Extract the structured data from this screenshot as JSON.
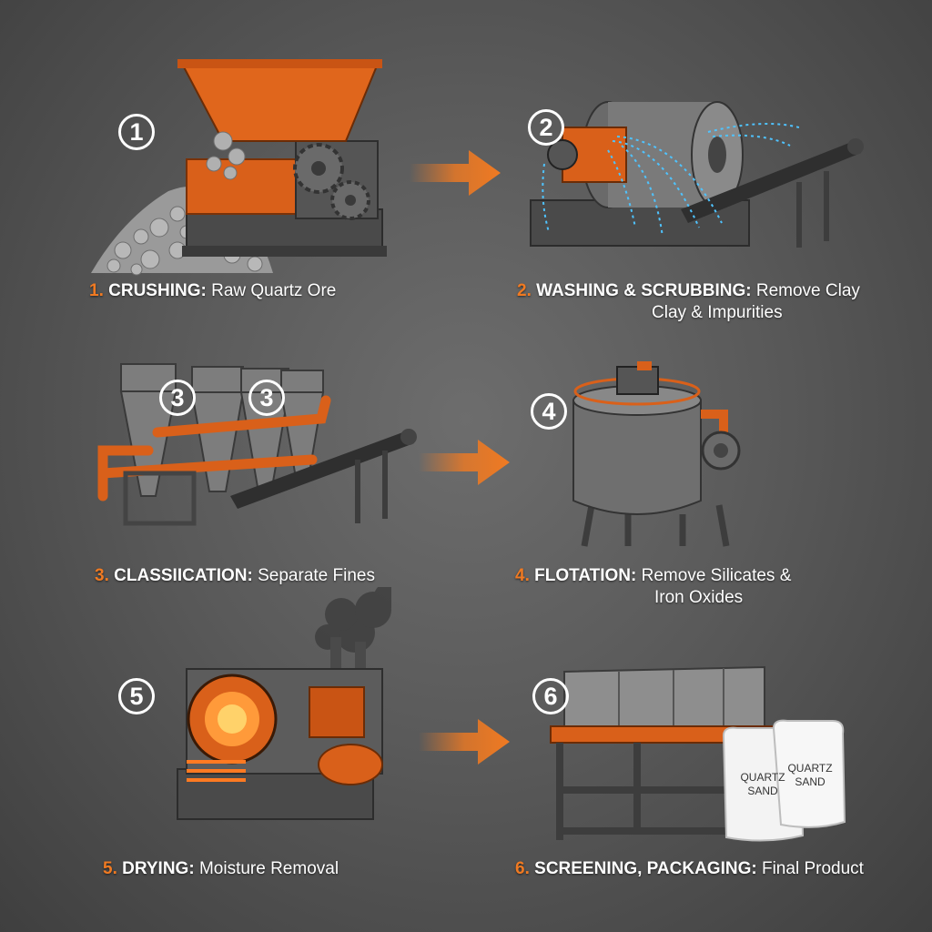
{
  "colors": {
    "accent": "#f07a22",
    "machine_orange": "#d9601a",
    "machine_steel": "#5c5c5c",
    "water": "#4fc3ff",
    "text": "#ffffff"
  },
  "steps": [
    {
      "badge": "1",
      "num": "1.",
      "name": "CRUSHING:",
      "desc": "Raw Quartz Ore",
      "desc2": ""
    },
    {
      "badge": "2",
      "num": "2.",
      "name": "WASHING & SCRUBBING:",
      "desc": "Remove Clay",
      "desc2": "Clay & Impurities"
    },
    {
      "badge": "3",
      "badge_b": "3",
      "num": "3.",
      "name": "CLASSIICATION:",
      "desc": "Separate Fines",
      "desc2": ""
    },
    {
      "badge": "4",
      "num": "4.",
      "name": "FLOTATION:",
      "desc": "Remove Silicates &",
      "desc2": "Iron Oxides"
    },
    {
      "badge": "5",
      "num": "5.",
      "name": "DRYING:",
      "desc": "Moisture Removal",
      "desc2": ""
    },
    {
      "badge": "6",
      "num": "6.",
      "name": "SCREENING, PACKAGING:",
      "desc": "Final Product",
      "desc2": ""
    }
  ],
  "bags": {
    "line1": "QUARTZ",
    "line2": "SAND"
  },
  "icons": [
    "jaw-crusher-icon",
    "scrubber-drum-icon",
    "hydrocyclone-icon",
    "flotation-tank-icon",
    "rotary-dryer-icon",
    "vibrating-screen-icon",
    "flow-arrow-icon"
  ]
}
